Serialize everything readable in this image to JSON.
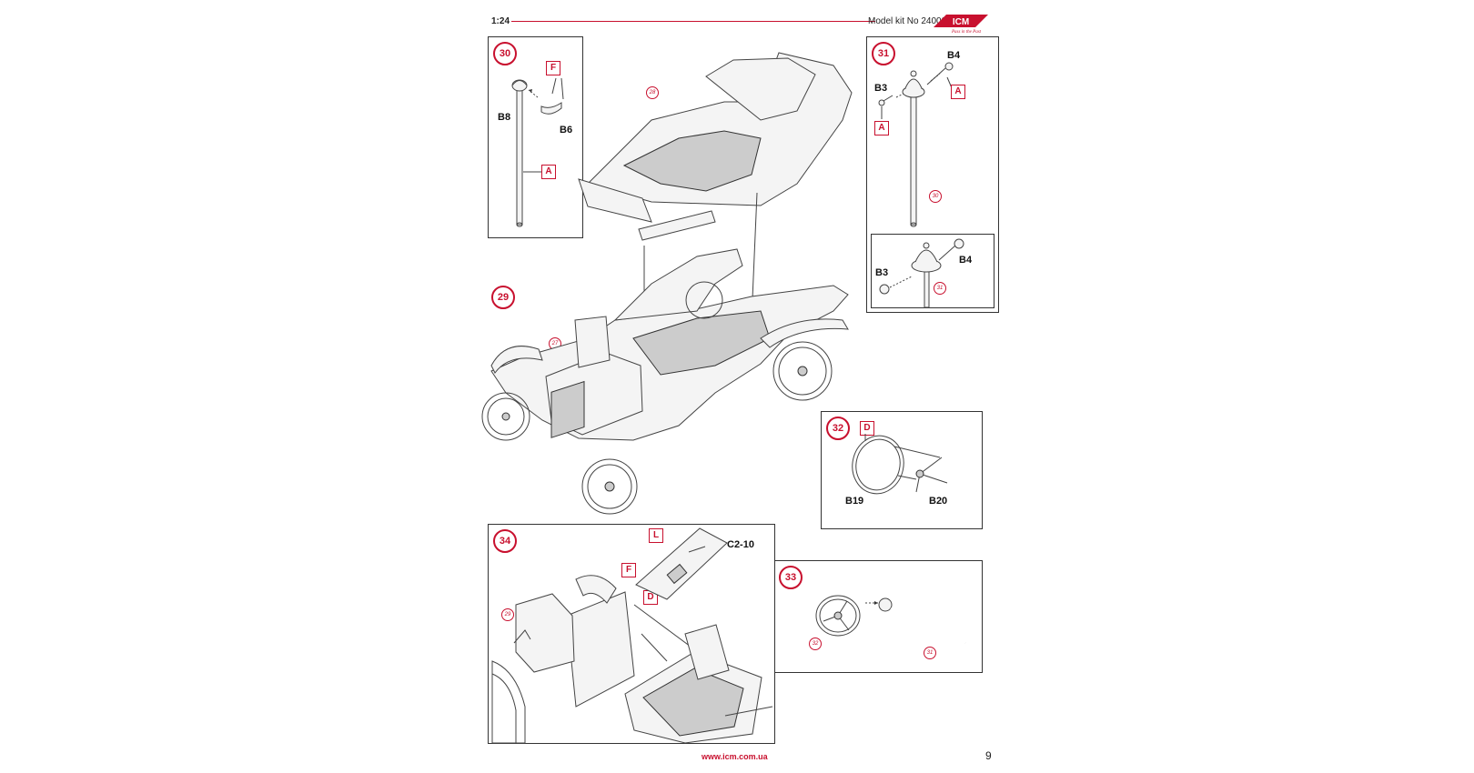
{
  "header": {
    "scale": "1:24",
    "model_kit": "Model kit No 24002",
    "brand": "ICM",
    "tagline": "Pass in the Past"
  },
  "footer": {
    "url": "www.icm.com.ua",
    "page_number": "9"
  },
  "steps": {
    "s27": "27",
    "s28": "28",
    "s29": "29",
    "s30": "30",
    "s31": "31",
    "s32": "32",
    "s33": "33",
    "s34": "34"
  },
  "labels": {
    "B8": "B8",
    "B6": "B6",
    "B3": "B3",
    "B4": "B4",
    "B19": "B19",
    "B20": "B20",
    "C2_10": "C2-10"
  },
  "colors": {
    "A": "A",
    "F": "F",
    "D": "D",
    "L": "L",
    "accent": "#c8102e"
  }
}
